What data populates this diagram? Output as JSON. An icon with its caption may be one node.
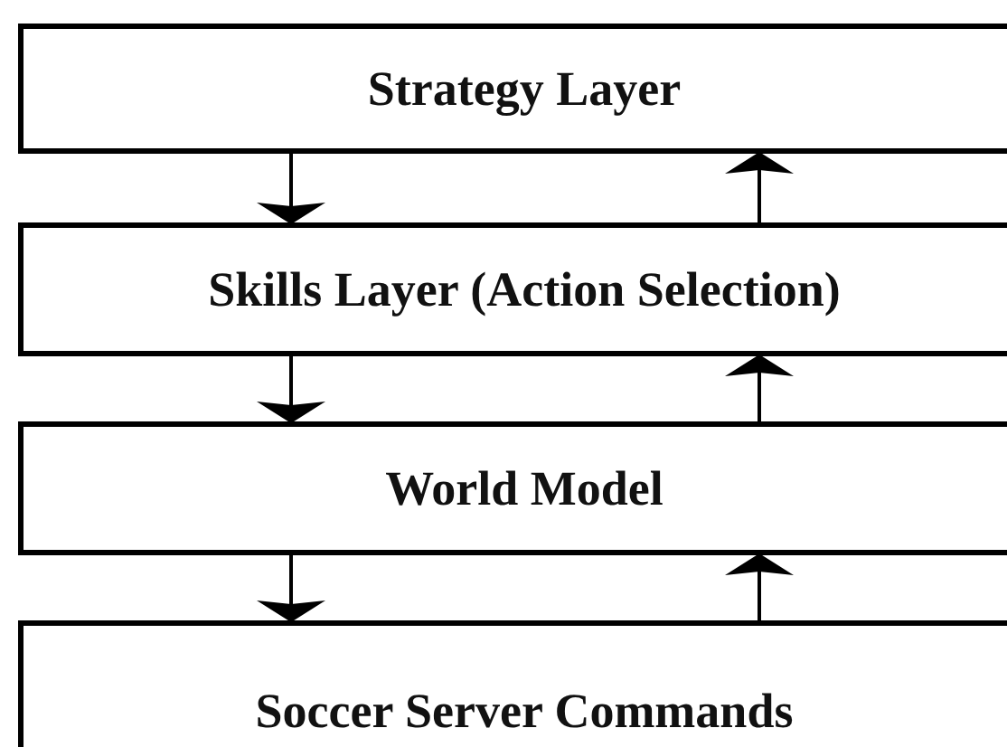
{
  "diagram": {
    "nodes": [
      {
        "text": [
          "Strategy Layer"
        ]
      },
      {
        "text": [
          "Skills Layer (Action Selection)"
        ]
      },
      {
        "text": [
          "World Model"
        ]
      },
      {
        "text": [
          "Soccer Server Commands"
        ]
      }
    ],
    "edges": [
      {
        "from": 0,
        "to": 1,
        "arrow": "to"
      },
      {
        "from": 1,
        "to": 0,
        "arrow": "to"
      },
      {
        "from": 1,
        "to": 2,
        "arrow": "to"
      },
      {
        "from": 2,
        "to": 1,
        "arrow": "to"
      },
      {
        "from": 2,
        "to": 3,
        "arrow": "to"
      },
      {
        "from": 3,
        "to": 2,
        "arrow": "to"
      }
    ]
  }
}
